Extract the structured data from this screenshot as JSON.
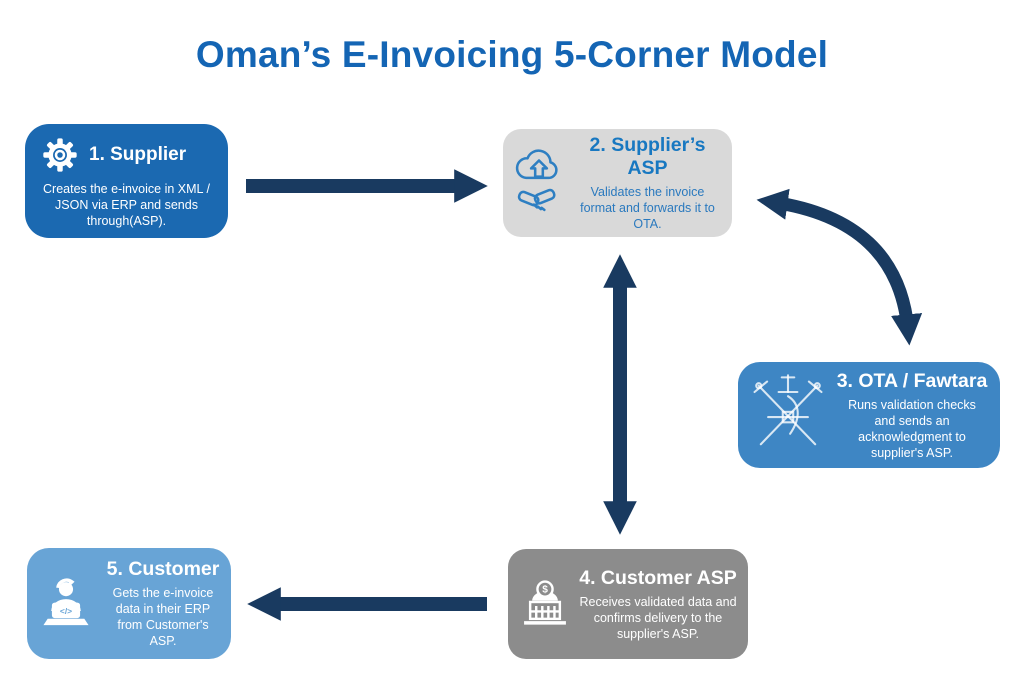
{
  "title": "Oman’s E-Invoicing 5-Corner Model",
  "colors": {
    "title": "#1465B4",
    "arrow": "#193A60",
    "card_text": "#FFFFFF",
    "supplier_bg": "#1B69B1",
    "supplier_asp_bg": "#D9D9D9",
    "supplier_asp_title": "#1878C1",
    "supplier_asp_body": "#2A79BE",
    "supplier_asp_icon": "#2E7FC2",
    "ota_bg": "#3E86C4",
    "customer_asp_bg": "#8C8C8C",
    "customer_bg": "#68A4D6"
  },
  "nodes": [
    {
      "id": "supplier",
      "label": "1. Supplier",
      "description": "Creates the e-invoice in XML / JSON via ERP and sends through(ASP).",
      "icon": "gear-icon"
    },
    {
      "id": "supplier-asp",
      "label": "2. Supplier’s ASP",
      "description": "Validates the invoice format and forwards it to OTA.",
      "icon": "cloud-upload-handshake-icon"
    },
    {
      "id": "ota-fawtara",
      "label": "3. OTA / Fawtara",
      "description": "Runs validation checks and sends an acknowledgment to supplier's ASP.",
      "icon": "oman-emblem-icon"
    },
    {
      "id": "customer-asp",
      "label": "4. Customer ASP",
      "description": "Receives validated data and confirms delivery to the supplier's ASP.",
      "icon": "bank-icon"
    },
    {
      "id": "customer",
      "label": "5. Customer",
      "description": "Gets the e-invoice data in their ERP from Customer's ASP.",
      "icon": "person-laptop-icon"
    }
  ],
  "edges": [
    {
      "from": "supplier",
      "to": "supplier-asp",
      "direction": "one-way",
      "style": "straight"
    },
    {
      "from": "supplier-asp",
      "to": "ota-fawtara",
      "direction": "two-way",
      "style": "curved"
    },
    {
      "from": "supplier-asp",
      "to": "customer-asp",
      "direction": "two-way",
      "style": "straight"
    },
    {
      "from": "customer-asp",
      "to": "customer",
      "direction": "one-way",
      "style": "straight"
    }
  ],
  "icon_glyphs": {
    "bank_coin_symbol": "$",
    "laptop_code_symbol": "</>"
  }
}
